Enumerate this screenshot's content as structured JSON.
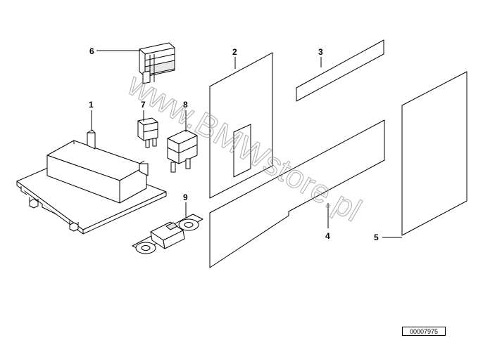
{
  "diagram": {
    "watermark": "www.BMWstore.pl",
    "reference_number": "00007975",
    "callouts": {
      "c1": "1",
      "c2": "2",
      "c3": "3",
      "c4": "4",
      "c5": "5",
      "c6": "6",
      "c7": "7",
      "c8": "8",
      "c9": "9"
    }
  }
}
